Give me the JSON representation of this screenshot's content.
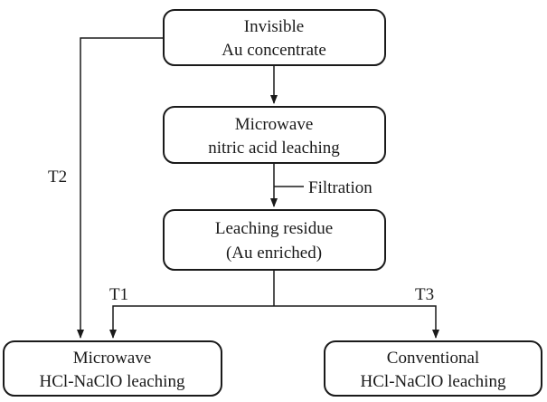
{
  "nodes": {
    "concentrate": {
      "line1": "Invisible",
      "line2": "Au concentrate"
    },
    "nitric": {
      "line1": "Microwave",
      "line2": "nitric acid leaching"
    },
    "residue": {
      "line1": "Leaching residue",
      "line2": "(Au enriched)"
    },
    "microwave_hcl": {
      "line1": "Microwave",
      "line2": "HCl-NaClO leaching"
    },
    "conventional_hcl": {
      "line1": "Conventional",
      "line2": "HCl-NaClO leaching"
    }
  },
  "edge_labels": {
    "filtration": "Filtration",
    "t1": "T1",
    "t2": "T2",
    "t3": "T3"
  }
}
